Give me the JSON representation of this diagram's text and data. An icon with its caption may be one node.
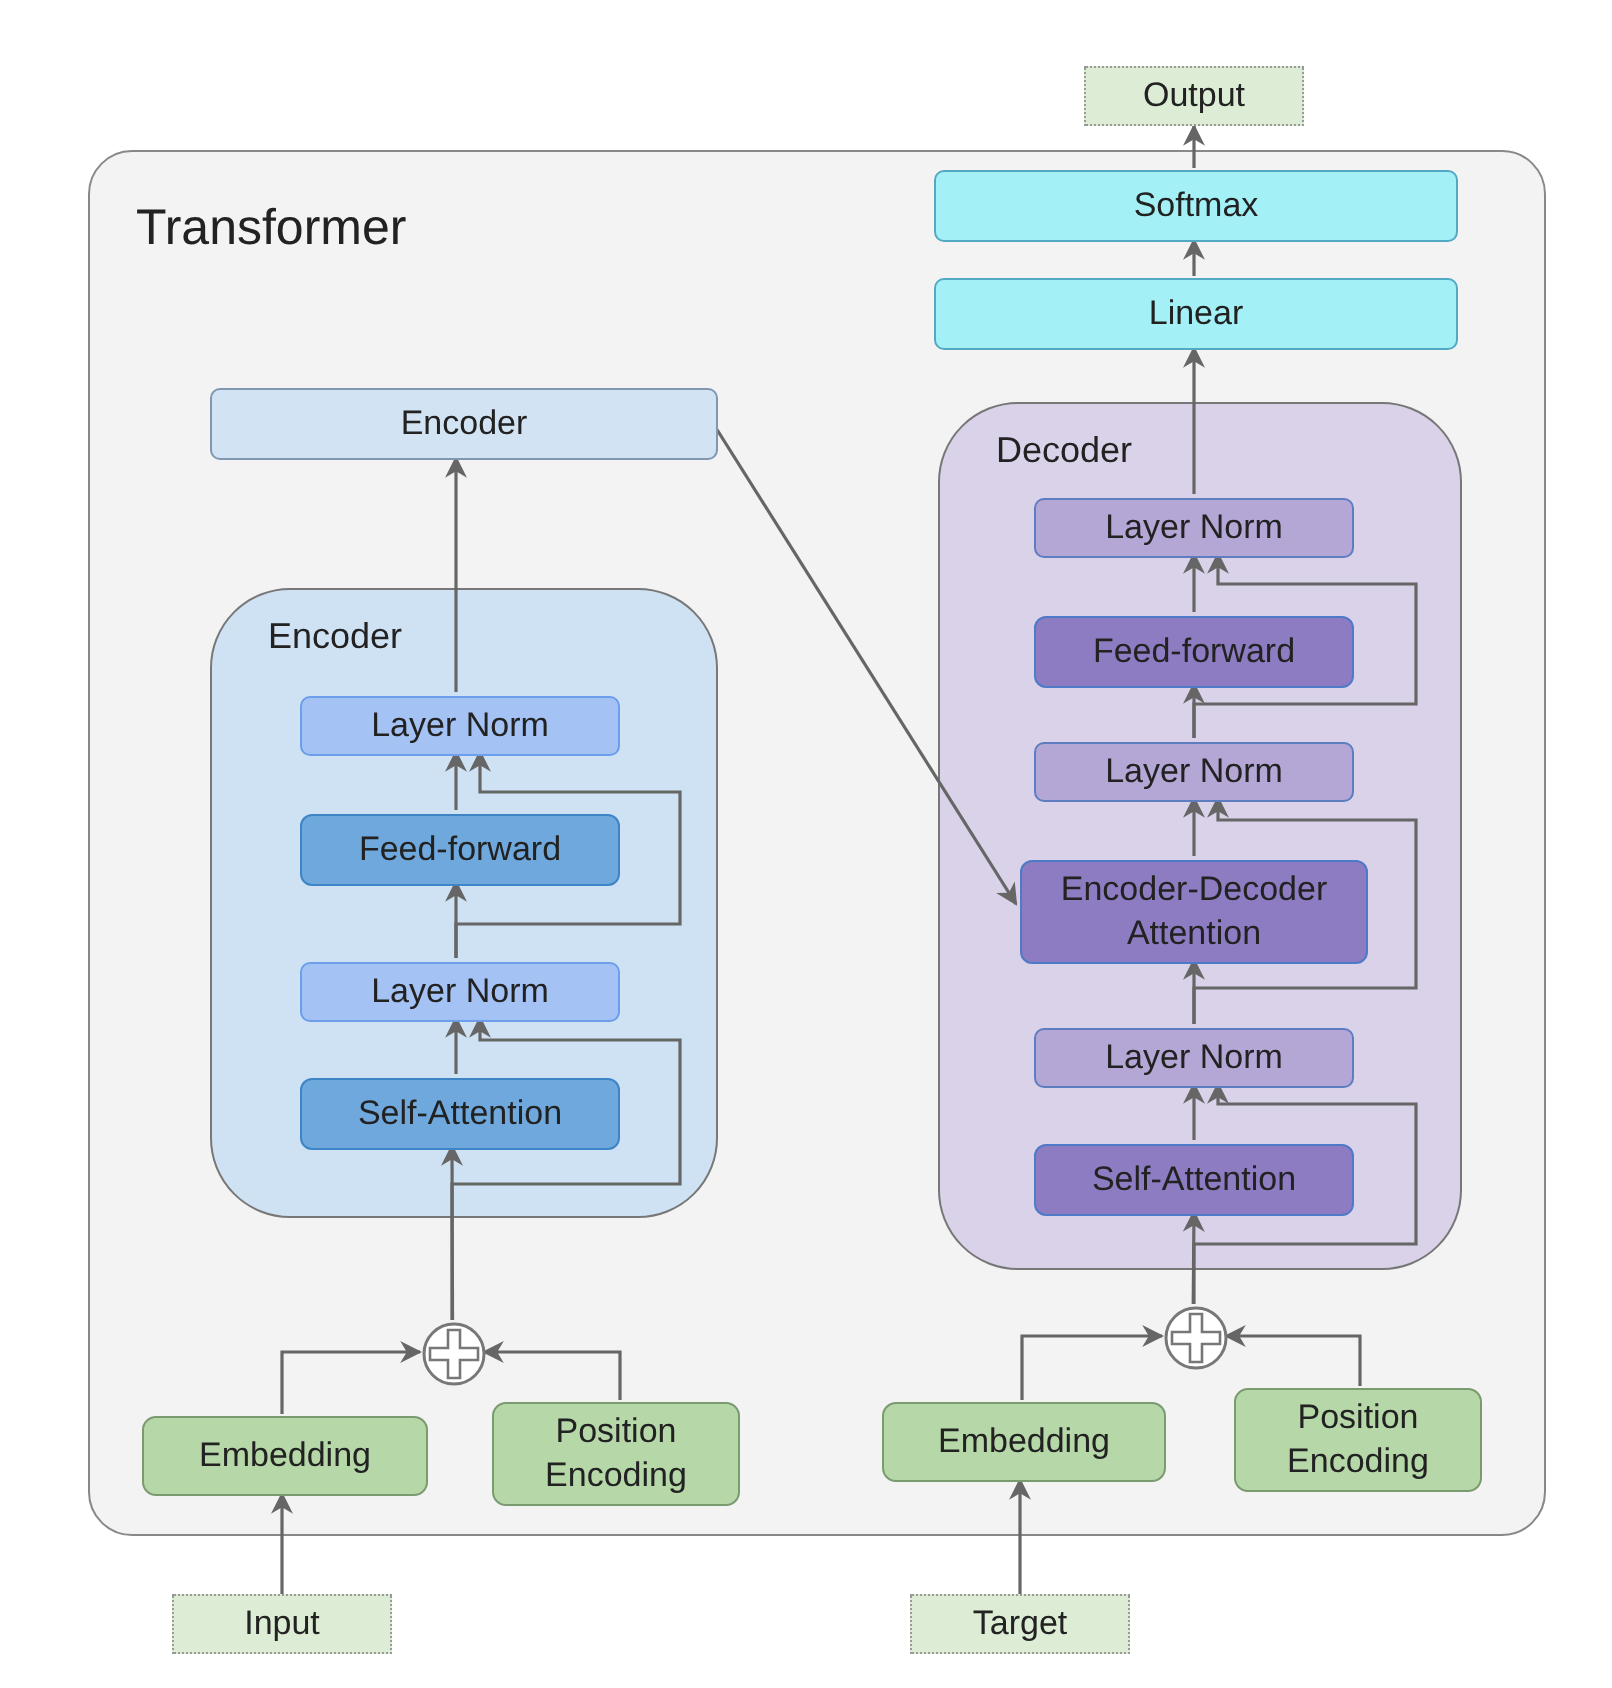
{
  "diagram": {
    "nodes": [
      {
        "text": [
          "Output"
        ]
      },
      {
        "text": [
          "Transformer"
        ]
      },
      {
        "text": [
          "Softmax"
        ],
        "in": 1
      },
      {
        "text": [
          "Linear"
        ],
        "in": 1
      },
      {
        "text": [
          "Encoder"
        ],
        "in": 1
      },
      {
        "text": [
          "Decoder"
        ],
        "in": 1
      },
      {
        "text": [
          "Layer Norm"
        ],
        "in": 5
      },
      {
        "text": [
          "Feed-forward"
        ],
        "in": 5
      },
      {
        "text": [
          "Layer Norm"
        ],
        "in": 5
      },
      {
        "text": [
          "Encoder-Decoder Attention"
        ],
        "in": 5
      },
      {
        "text": [
          "Layer Norm"
        ],
        "in": 5
      },
      {
        "text": [
          "Self-Attention"
        ],
        "in": 5
      },
      {
        "text": [
          "Encoder"
        ],
        "in": 1
      },
      {
        "text": [
          "Layer Norm"
        ],
        "in": 12
      },
      {
        "text": [
          "Feed-forward"
        ],
        "in": 12
      },
      {
        "text": [
          "Layer Norm"
        ],
        "in": 12
      },
      {
        "text": [
          "Self-Attention"
        ],
        "in": 12
      },
      {
        "text": [],
        "shape": "circle",
        "in": 1
      },
      {
        "text": [],
        "shape": "circle",
        "in": 1
      },
      {
        "text": [
          "Embedding"
        ],
        "in": 1
      },
      {
        "text": [
          "Position Encoding"
        ],
        "in": 1
      },
      {
        "text": [
          "Embedding"
        ],
        "in": 1
      },
      {
        "text": [
          "Position Encoding"
        ],
        "in": 1
      },
      {
        "text": [
          "Input"
        ]
      },
      {
        "text": [
          "Target"
        ]
      }
    ],
    "edges": [
      {
        "from": 23,
        "to": 19,
        "arrow": "to"
      },
      {
        "from": 19,
        "to": 17,
        "arrow": "to"
      },
      {
        "from": 20,
        "to": 17,
        "arrow": "to"
      },
      {
        "from": 17,
        "to": 16,
        "arrow": "to"
      },
      {
        "from": 17,
        "to": 15,
        "arrow": "to"
      },
      {
        "from": 16,
        "to": 15,
        "arrow": "to"
      },
      {
        "from": 15,
        "to": 14,
        "arrow": "to"
      },
      {
        "from": 15,
        "to": 13,
        "arrow": "to"
      },
      {
        "from": 14,
        "to": 13,
        "arrow": "to"
      },
      {
        "from": 13,
        "to": 4,
        "arrow": "to"
      },
      {
        "from": 4,
        "to": 9,
        "arrow": "to"
      },
      {
        "from": 24,
        "to": 21,
        "arrow": "to"
      },
      {
        "from": 21,
        "to": 18,
        "arrow": "to"
      },
      {
        "from": 22,
        "to": 18,
        "arrow": "to"
      },
      {
        "from": 18,
        "to": 11,
        "arrow": "to"
      },
      {
        "from": 18,
        "to": 10,
        "arrow": "to"
      },
      {
        "from": 11,
        "to": 10,
        "arrow": "to"
      },
      {
        "from": 10,
        "to": 9,
        "arrow": "to"
      },
      {
        "from": 10,
        "to": 8,
        "arrow": "to"
      },
      {
        "from": 9,
        "to": 8,
        "arrow": "to"
      },
      {
        "from": 8,
        "to": 7,
        "arrow": "to"
      },
      {
        "from": 8,
        "to": 6,
        "arrow": "to"
      },
      {
        "from": 7,
        "to": 6,
        "arrow": "to"
      },
      {
        "from": 6,
        "to": 3,
        "arrow": "to"
      },
      {
        "from": 3,
        "to": 2,
        "arrow": "to"
      },
      {
        "from": 2,
        "to": 0,
        "arrow": "to"
      }
    ]
  }
}
